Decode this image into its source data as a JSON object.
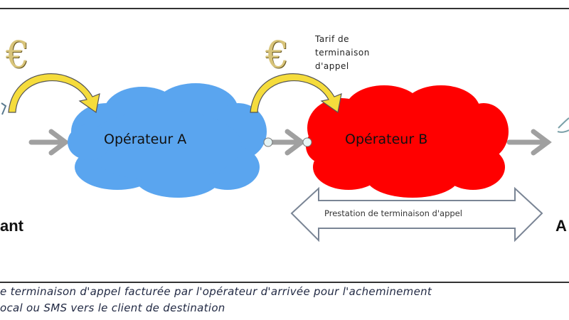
{
  "diagram": {
    "operator_a": "Opérateur A",
    "operator_b": "Opérateur B",
    "tarif_label": [
      "Tarif de",
      "terminaison",
      "d'appel"
    ],
    "service_label": "Prestation de terminaison d'appel",
    "left_label_partial": "ant",
    "right_label_partial": "A",
    "currency_symbol": "€",
    "colors": {
      "operator_a": "#5aa5ef",
      "operator_b": "#ff0000",
      "payment_arrow": "#f5dc3c",
      "flow_arrow": "#a0a0a0"
    }
  },
  "caption": {
    "line1": "e terminaison d'appel facturée par l'opérateur d'arrivée pour l'acheminement",
    "line2": "ocal ou SMS vers le client de destination"
  }
}
